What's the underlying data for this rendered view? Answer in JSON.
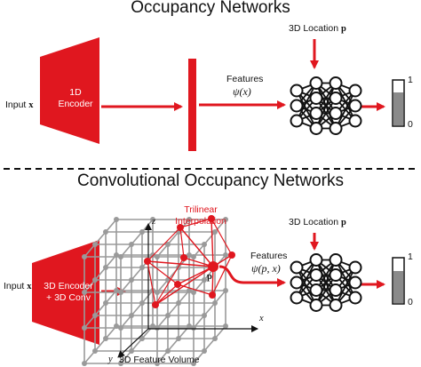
{
  "top": {
    "title": "Occupancy Networks",
    "input_label": "Input",
    "input_var": "x",
    "encoder_line1": "1D",
    "encoder_line2": "Encoder",
    "features_label": "Features",
    "features_math": "ψ(x)",
    "location_label": "3D Location",
    "location_var": "p",
    "scale_max": "1",
    "scale_min": "0"
  },
  "bottom": {
    "title": "Convolutional Occupancy Networks",
    "input_label": "Input",
    "input_var": "x",
    "encoder_line1": "3D Encoder",
    "encoder_line2": "+ 3D Conv",
    "interp_line1": "Trilinear",
    "interp_line2": "Interpolation",
    "point_label": "p",
    "axis_z": "z",
    "axis_x": "x",
    "axis_y": "y",
    "volume_label": "3D Feature Volume",
    "features_label": "Features",
    "features_math": "ψ(p, x)",
    "location_label": "3D Location",
    "location_var": "p",
    "scale_max": "1",
    "scale_min": "0"
  },
  "colors": {
    "accent_red": "#e0171f",
    "grid_gray": "#9a9a9a",
    "node_black": "#111111"
  }
}
